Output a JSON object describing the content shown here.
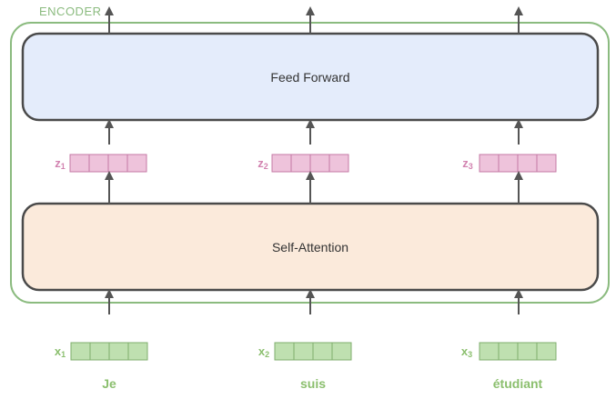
{
  "encoder": {
    "label": "ENCODER"
  },
  "layers": {
    "feed_forward": {
      "label": "Feed Forward"
    },
    "self_attention": {
      "label": "Self-Attention"
    }
  },
  "vectors": {
    "z": [
      {
        "symbol": "z",
        "subscript": "1"
      },
      {
        "symbol": "z",
        "subscript": "2"
      },
      {
        "symbol": "z",
        "subscript": "3"
      }
    ],
    "x": [
      {
        "symbol": "x",
        "subscript": "1"
      },
      {
        "symbol": "x",
        "subscript": "2"
      },
      {
        "symbol": "x",
        "subscript": "3"
      }
    ]
  },
  "words": [
    "Je",
    "suis",
    "étudiant"
  ],
  "colors": {
    "encoder_border": "#8bbb7f",
    "feed_forward_fill": "#e4ecfb",
    "self_attention_fill": "#fbeadb",
    "z_cell_fill": "#eec3db",
    "z_cell_border": "#c47aa4",
    "z_label": "#d283b0",
    "x_cell_fill": "#bfe0b0",
    "x_cell_border": "#7fae6c",
    "x_label": "#8bbf6e",
    "arrow": "#555555"
  }
}
